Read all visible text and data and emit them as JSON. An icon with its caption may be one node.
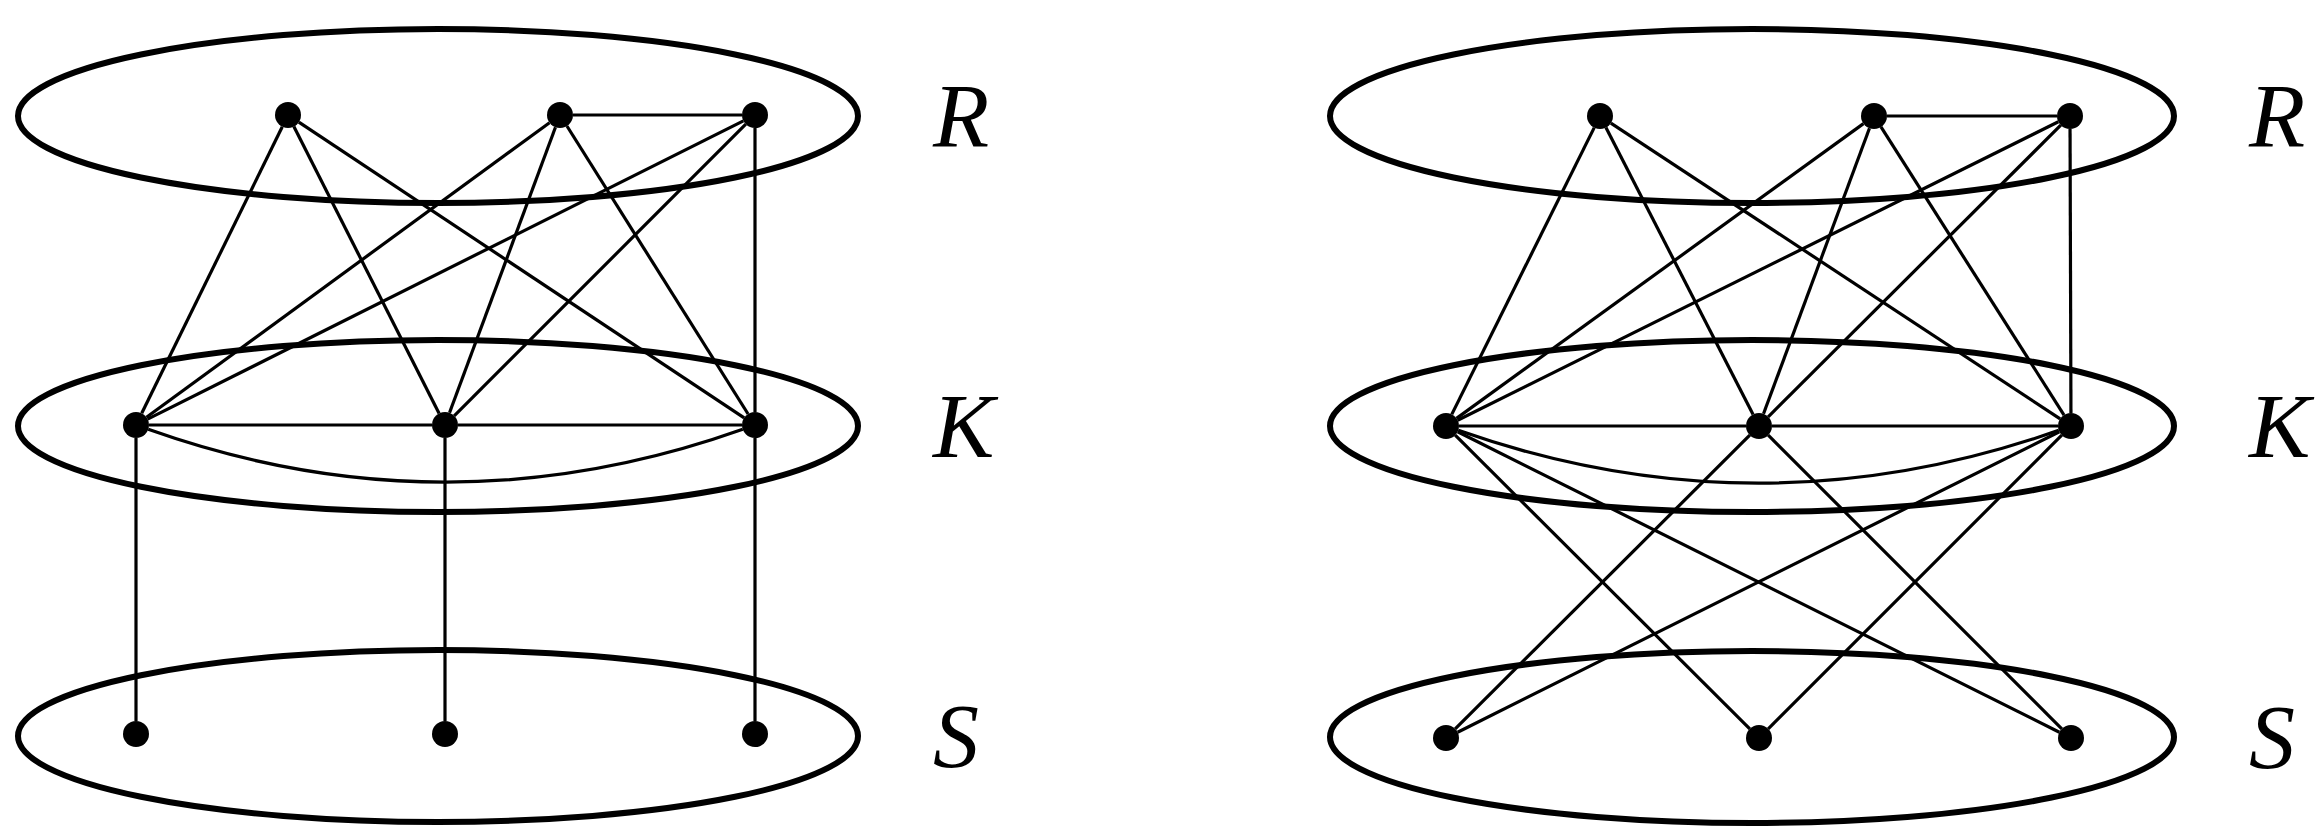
{
  "diagram": {
    "nodes": [
      {
        "text": [
          "R"
        ]
      },
      {
        "text": [],
        "shape": "circle",
        "in": 0
      },
      {
        "text": [],
        "shape": "circle",
        "in": 0
      },
      {
        "text": [],
        "shape": "circle",
        "in": 0
      },
      {
        "text": [
          "K"
        ]
      },
      {
        "text": [],
        "shape": "circle",
        "in": 4
      },
      {
        "text": [],
        "shape": "circle",
        "in": 4
      },
      {
        "text": [],
        "shape": "circle",
        "in": 4
      },
      {
        "text": [
          "S"
        ]
      },
      {
        "text": [],
        "shape": "circle",
        "in": 8
      },
      {
        "text": [],
        "shape": "circle",
        "in": 8
      },
      {
        "text": [],
        "shape": "circle",
        "in": 8
      },
      {
        "text": [
          "R"
        ]
      },
      {
        "text": [],
        "shape": "circle",
        "in": 12
      },
      {
        "text": [],
        "shape": "circle",
        "in": 12
      },
      {
        "text": [],
        "shape": "circle",
        "in": 12
      },
      {
        "text": [
          "K"
        ]
      },
      {
        "text": [],
        "shape": "circle",
        "in": 16
      },
      {
        "text": [],
        "shape": "circle",
        "in": 16
      },
      {
        "text": [],
        "shape": "circle",
        "in": 16
      },
      {
        "text": [
          "S"
        ]
      },
      {
        "text": [],
        "shape": "circle",
        "in": 20
      },
      {
        "text": [],
        "shape": "circle",
        "in": 20
      },
      {
        "text": [],
        "shape": "circle",
        "in": 20
      }
    ],
    "edges": [
      {
        "from": 1,
        "to": 5,
        "arrow": "none"
      },
      {
        "from": 1,
        "to": 6,
        "arrow": "none"
      },
      {
        "from": 1,
        "to": 7,
        "arrow": "none"
      },
      {
        "from": 2,
        "to": 3,
        "arrow": "none"
      },
      {
        "from": 2,
        "to": 5,
        "arrow": "none"
      },
      {
        "from": 2,
        "to": 6,
        "arrow": "none"
      },
      {
        "from": 2,
        "to": 7,
        "arrow": "none"
      },
      {
        "from": 3,
        "to": 5,
        "arrow": "none"
      },
      {
        "from": 3,
        "to": 6,
        "arrow": "none"
      },
      {
        "from": 3,
        "to": 7,
        "arrow": "none"
      },
      {
        "from": 5,
        "to": 6,
        "arrow": "none"
      },
      {
        "from": 6,
        "to": 7,
        "arrow": "none"
      },
      {
        "from": 5,
        "to": 7,
        "arrow": "none"
      },
      {
        "from": 5,
        "to": 9,
        "arrow": "none"
      },
      {
        "from": 6,
        "to": 10,
        "arrow": "none"
      },
      {
        "from": 7,
        "to": 11,
        "arrow": "none"
      },
      {
        "from": 13,
        "to": 17,
        "arrow": "none"
      },
      {
        "from": 13,
        "to": 18,
        "arrow": "none"
      },
      {
        "from": 13,
        "to": 19,
        "arrow": "none"
      },
      {
        "from": 14,
        "to": 15,
        "arrow": "none"
      },
      {
        "from": 14,
        "to": 17,
        "arrow": "none"
      },
      {
        "from": 14,
        "to": 18,
        "arrow": "none"
      },
      {
        "from": 14,
        "to": 19,
        "arrow": "none"
      },
      {
        "from": 15,
        "to": 17,
        "arrow": "none"
      },
      {
        "from": 15,
        "to": 18,
        "arrow": "none"
      },
      {
        "from": 15,
        "to": 19,
        "arrow": "none"
      },
      {
        "from": 17,
        "to": 18,
        "arrow": "none"
      },
      {
        "from": 18,
        "to": 19,
        "arrow": "none"
      },
      {
        "from": 17,
        "to": 19,
        "arrow": "none"
      },
      {
        "from": 17,
        "to": 22,
        "arrow": "none"
      },
      {
        "from": 17,
        "to": 23,
        "arrow": "none"
      },
      {
        "from": 18,
        "to": 21,
        "arrow": "none"
      },
      {
        "from": 18,
        "to": 23,
        "arrow": "none"
      },
      {
        "from": 19,
        "to": 21,
        "arrow": "none"
      },
      {
        "from": 19,
        "to": 22,
        "arrow": "none"
      }
    ]
  }
}
